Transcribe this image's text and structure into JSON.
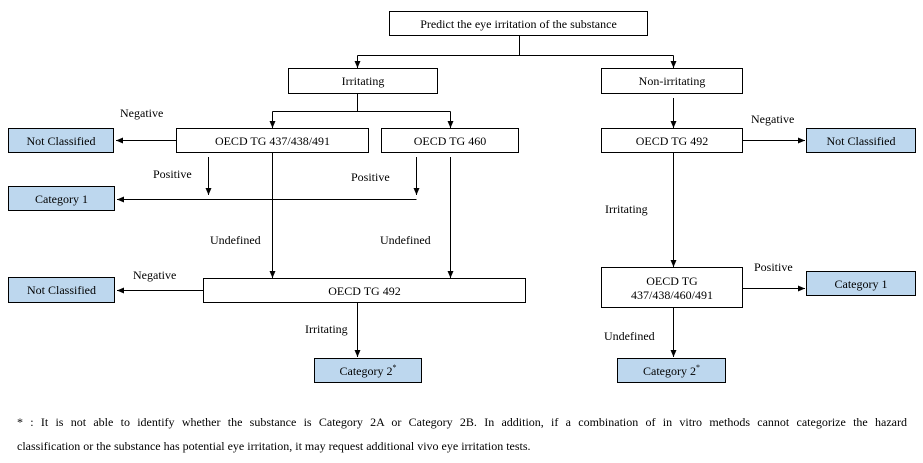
{
  "nodes": {
    "start": "Predict the eye irritation of the substance",
    "irritating": "Irritating",
    "non_irritating": "Non-irritating",
    "tg437_438_491": "OECD TG 437/438/491",
    "tg460": "OECD TG 460",
    "tg492_left": "OECD TG 492",
    "tg492_right": "OECD TG 492",
    "tg_combo_line1": "OECD TG",
    "tg_combo_line2": "437/438/460/491",
    "not_classified_1": "Not Classified",
    "category1_left": "Category 1",
    "not_classified_2": "Not Classified",
    "category2_left": "Category 2",
    "not_classified_right": "Not Classified",
    "category1_right": "Category 1",
    "category2_right": "Category 2",
    "asterisk": "*"
  },
  "edge_labels": {
    "negative_1": "Negative",
    "positive_1": "Positive",
    "positive_2": "Positive",
    "undefined_1": "Undefined",
    "undefined_2": "Undefined",
    "negative_2": "Negative",
    "irritating_left": "Irritating",
    "negative_right": "Negative",
    "irritating_right": "Irritating",
    "positive_right": "Positive",
    "undefined_right": "Undefined"
  },
  "footnote": {
    "line1": "* : It is not able to identify whether the substance is Category 2A or Category 2B. In addition, if a combination of in vitro methods cannot categorize the hazard",
    "line2": "classification or the substance has potential eye irritation, it may request additional vivo eye irritation tests."
  },
  "colors": {
    "result_fill": "#bdd7ee",
    "line": "#000000"
  }
}
